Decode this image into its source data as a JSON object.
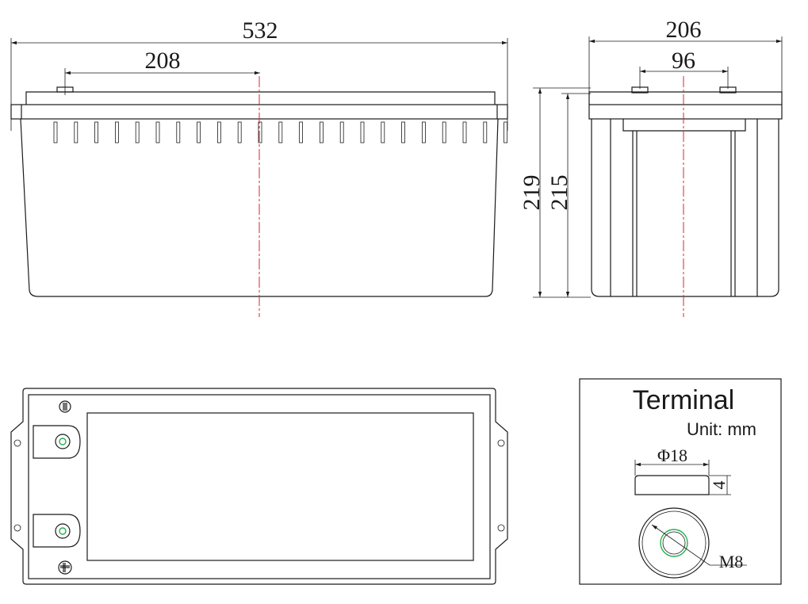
{
  "front_view": {
    "overall_width": "532",
    "terminal_offset": "208",
    "overall_height": "219",
    "case_height": "215"
  },
  "side_view": {
    "overall_depth": "206",
    "terminal_spacing": "96"
  },
  "terminal_detail": {
    "title": "Terminal",
    "unit": "Unit: mm",
    "diameter": "Φ18",
    "height": "4",
    "thread": "M8"
  },
  "colors": {
    "line": "#1a1a1a",
    "centerline": "#d62828",
    "terminal_ring": "#22b14c"
  }
}
